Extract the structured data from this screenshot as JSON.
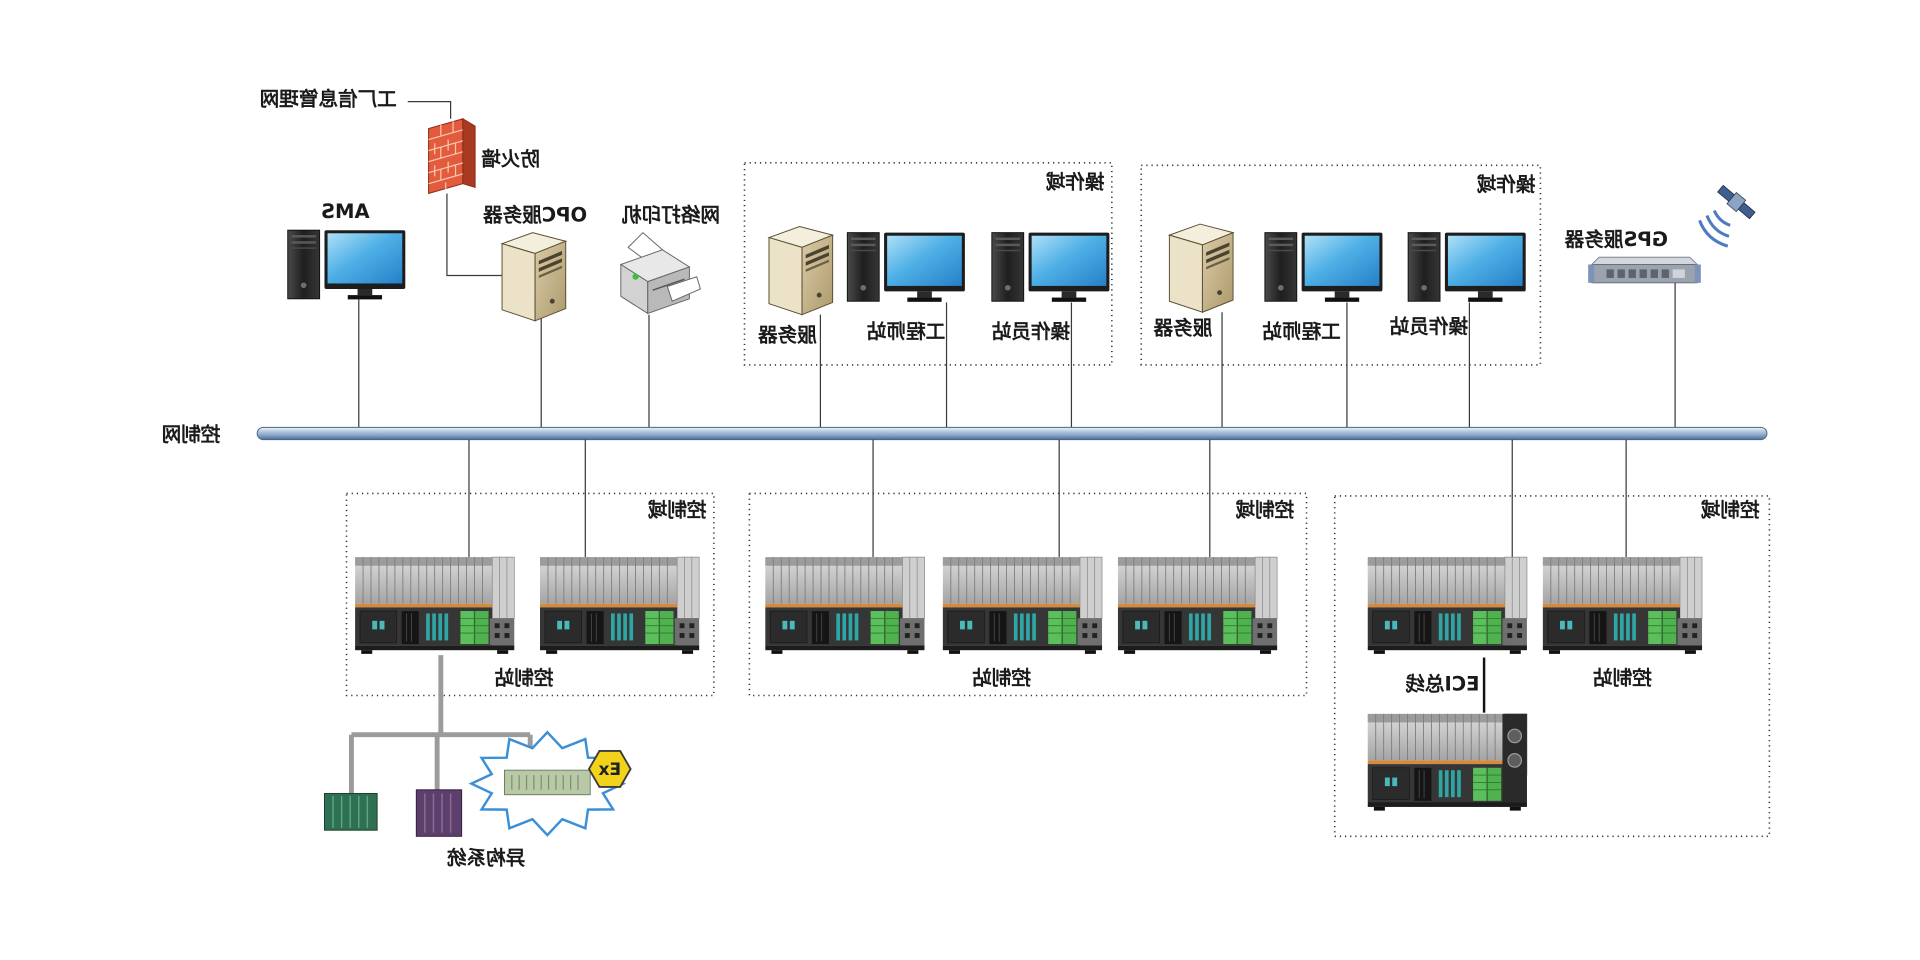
{
  "diagram": {
    "plant_network_label": "工厂信息管理网",
    "firewall_label": "防火墙",
    "ams_label": "AMS",
    "opc_server_label": "OPC服务器",
    "network_printer_label": "网络打印机",
    "gps_server_label": "GPS服务器",
    "control_network_label": "控制网",
    "operation_domains": [
      {
        "label": "操作域",
        "server_label": "服务器",
        "engineer_station_label": "工程师站",
        "operator_station_label": "操作员站"
      },
      {
        "label": "操作域",
        "server_label": "服务器",
        "engineer_station_label": "工程师站",
        "operator_station_label": "操作员站"
      }
    ],
    "control_domains": [
      {
        "label": "控制域",
        "station_label": "控制站"
      },
      {
        "label": "控制域",
        "station_label": "控制站"
      },
      {
        "label": "控制域",
        "station_label": "控制站",
        "bus_label": "ECI总线"
      }
    ],
    "heterogeneous_system_label": "异构系统",
    "explosion_proof_badge": "Ex"
  },
  "colors": {
    "control_network_bus": "#8fa9c8",
    "firewall": "#e35a3d",
    "monitor_screen": "#4fb0e6",
    "io_terminal_green": "#5bbf5b",
    "ex_badge": "#f3d21b"
  }
}
